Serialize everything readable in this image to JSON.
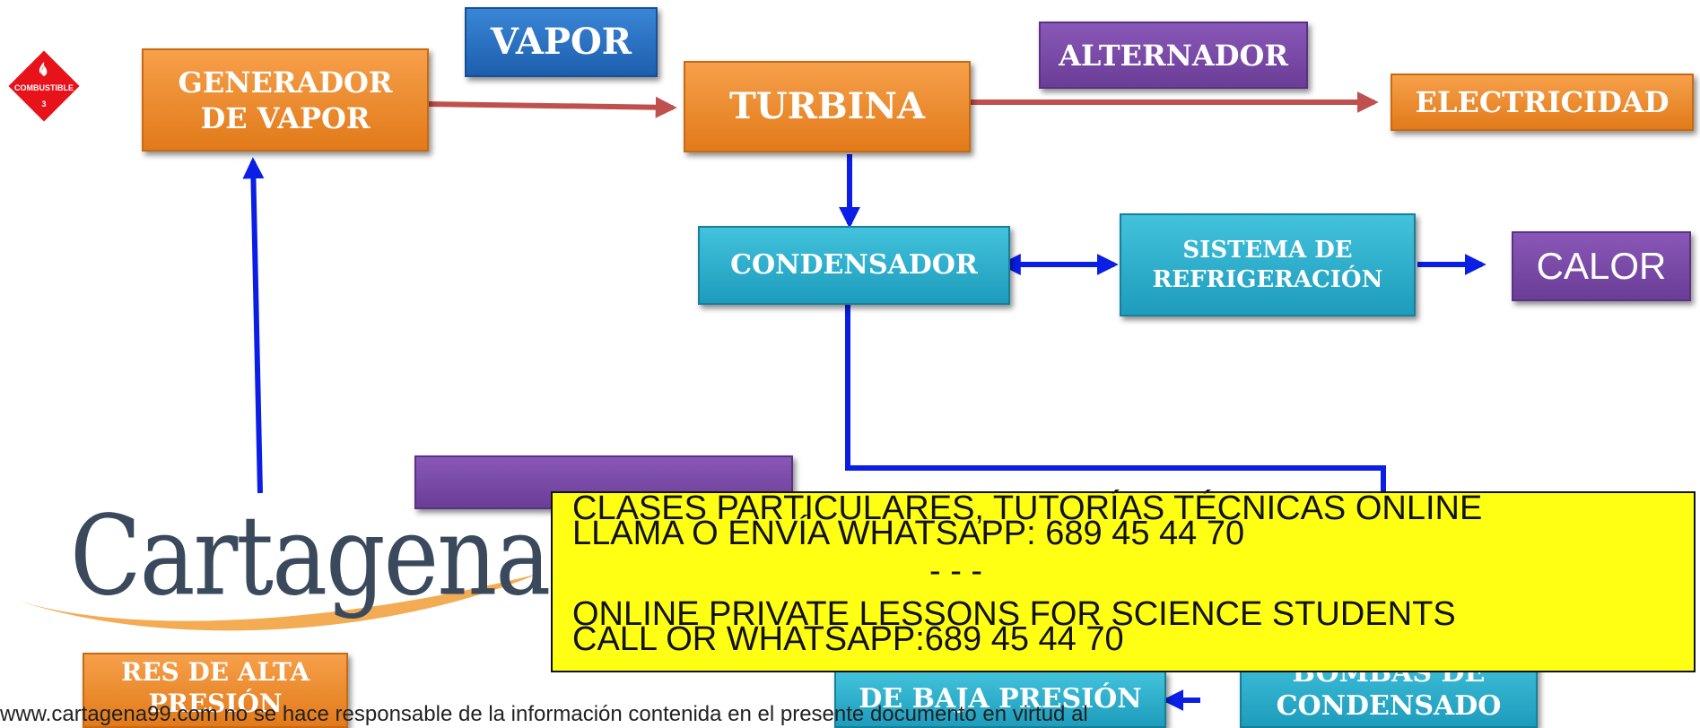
{
  "warning_sign": {
    "label": "COMBUSTIBLE",
    "number": "3",
    "color": "#e8121b"
  },
  "nodes": {
    "generador": {
      "line1": "GENERADOR",
      "line2": "DE VAPOR"
    },
    "vapor": "VAPOR",
    "turbina": "TURBINA",
    "alternador": "ALTERNADOR",
    "electricidad": "ELECTRICIDAD",
    "condensador": "CONDENSADOR",
    "refrigeracion": {
      "line1": "SISTEMA DE",
      "line2": "REFRIGERACIÓN"
    },
    "calor": "CALOR",
    "bombas_alta_partial": {
      "line1": "RES DE ALTA",
      "line2": "PRESIÓN"
    },
    "bombas_baja_partial": "DE BAJA PRESIÓN",
    "bombas_condensado": {
      "line1": "BOMBAS DE",
      "line2": "CONDENSADO"
    }
  },
  "logo": {
    "text": "Cartagena99"
  },
  "banner": {
    "line1": "CLASES PARTICULARES, TUTORÍAS TÉCNICAS ONLINE",
    "line2": "LLAMA O ENVÍA WHATSAPP: 689 45 44 70",
    "separator": "- - -",
    "line3": "ONLINE PRIVATE LESSONS FOR SCIENCE STUDENTS",
    "line4": "CALL OR WHATSAPP:689 45 44 70"
  },
  "footer": "www.cartagena99.com no se hace responsable de la información contenida en el presente documento en virtud al",
  "colors": {
    "orange": "#e27a1a",
    "blue_vapor": "#1d5fae",
    "purple": "#6a3d96",
    "cyan": "#1d9cbc",
    "arrow_red": "#c0504d",
    "arrow_blue": "#0a1ee6",
    "banner_yellow": "#ffff14"
  }
}
